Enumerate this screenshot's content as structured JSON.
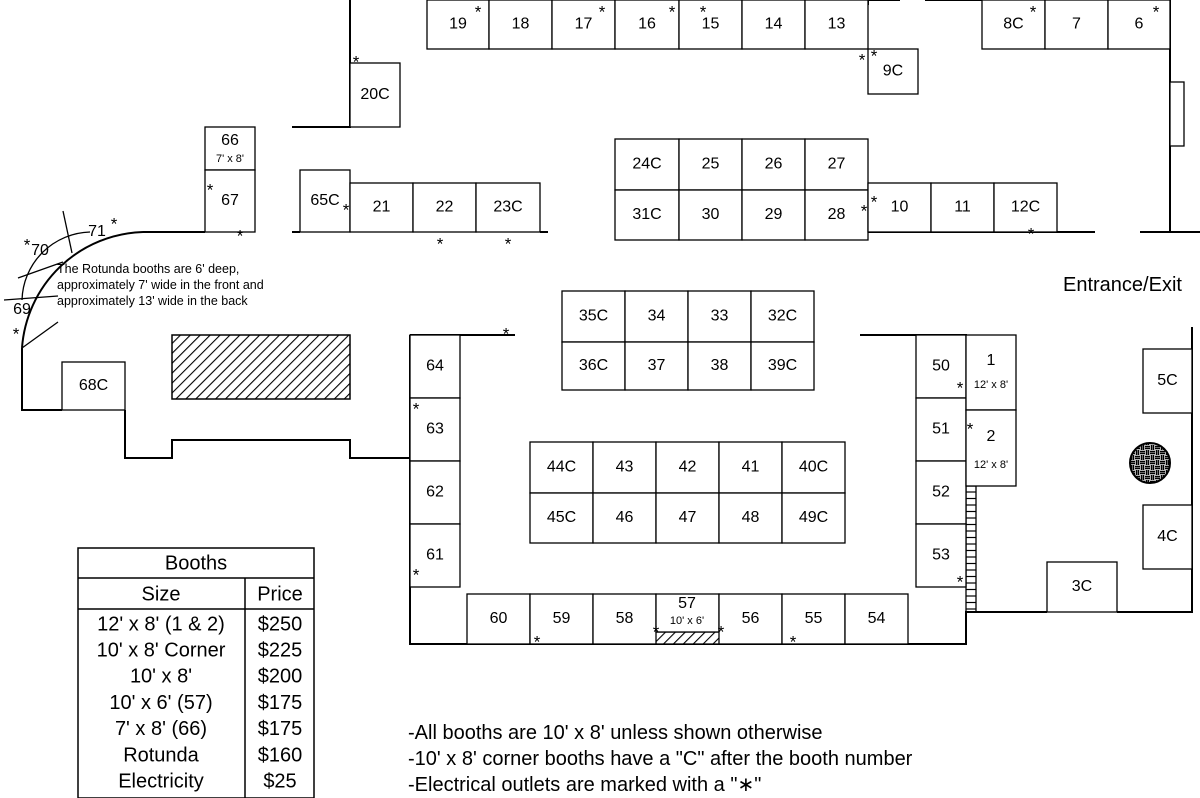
{
  "booths": [
    {
      "id": "19"
    },
    {
      "id": "18"
    },
    {
      "id": "17"
    },
    {
      "id": "16"
    },
    {
      "id": "15"
    },
    {
      "id": "14"
    },
    {
      "id": "13"
    },
    {
      "id": "9C"
    },
    {
      "id": "8C"
    },
    {
      "id": "7"
    },
    {
      "id": "6"
    },
    {
      "id": "20C"
    },
    {
      "id": "66",
      "size": "7' x 8'"
    },
    {
      "id": "67"
    },
    {
      "id": "65C"
    },
    {
      "id": "21"
    },
    {
      "id": "22"
    },
    {
      "id": "23C"
    },
    {
      "id": "24C"
    },
    {
      "id": "25"
    },
    {
      "id": "26"
    },
    {
      "id": "27"
    },
    {
      "id": "31C"
    },
    {
      "id": "30"
    },
    {
      "id": "29"
    },
    {
      "id": "28"
    },
    {
      "id": "10"
    },
    {
      "id": "11"
    },
    {
      "id": "12C"
    },
    {
      "id": "71"
    },
    {
      "id": "70"
    },
    {
      "id": "69"
    },
    {
      "id": "68C"
    },
    {
      "id": "35C"
    },
    {
      "id": "34"
    },
    {
      "id": "33"
    },
    {
      "id": "32C"
    },
    {
      "id": "36C"
    },
    {
      "id": "37"
    },
    {
      "id": "38"
    },
    {
      "id": "39C"
    },
    {
      "id": "64"
    },
    {
      "id": "63"
    },
    {
      "id": "62"
    },
    {
      "id": "61"
    },
    {
      "id": "44C"
    },
    {
      "id": "43"
    },
    {
      "id": "42"
    },
    {
      "id": "41"
    },
    {
      "id": "40C"
    },
    {
      "id": "45C"
    },
    {
      "id": "46"
    },
    {
      "id": "47"
    },
    {
      "id": "48"
    },
    {
      "id": "49C"
    },
    {
      "id": "60"
    },
    {
      "id": "59"
    },
    {
      "id": "58"
    },
    {
      "id": "57",
      "size": "10' x 6'"
    },
    {
      "id": "56"
    },
    {
      "id": "55"
    },
    {
      "id": "54"
    },
    {
      "id": "50"
    },
    {
      "id": "51"
    },
    {
      "id": "52"
    },
    {
      "id": "53"
    },
    {
      "id": "1",
      "size": "12' x 8'"
    },
    {
      "id": "2",
      "size": "12' x 8'"
    },
    {
      "id": "5C"
    },
    {
      "id": "4C"
    },
    {
      "id": "3C"
    }
  ],
  "rotunda_note": [
    "The Rotunda booths are 6' deep,",
    "approximately 7' wide in the front and",
    "approximately 13' wide in the back"
  ],
  "entrance_label": "Entrance/Exit",
  "outlet_symbol": "*",
  "price_table": {
    "title": "Booths",
    "columns": [
      "Size",
      "Price"
    ],
    "rows": [
      [
        "12' x 8' (1 & 2)",
        "$250"
      ],
      [
        "10' x 8' Corner",
        "$225"
      ],
      [
        "10' x 8'",
        "$200"
      ],
      [
        "10' x 6' (57)",
        "$175"
      ],
      [
        "7' x 8' (66)",
        "$175"
      ],
      [
        "Rotunda",
        "$160"
      ],
      [
        "Electricity",
        "$25"
      ]
    ]
  },
  "footnotes": [
    "-All booths are 10' x 8' unless shown otherwise",
    "-10' x 8' corner booths have a \"C\" after the booth number",
    "-Electrical outlets are marked with a \"∗\""
  ]
}
